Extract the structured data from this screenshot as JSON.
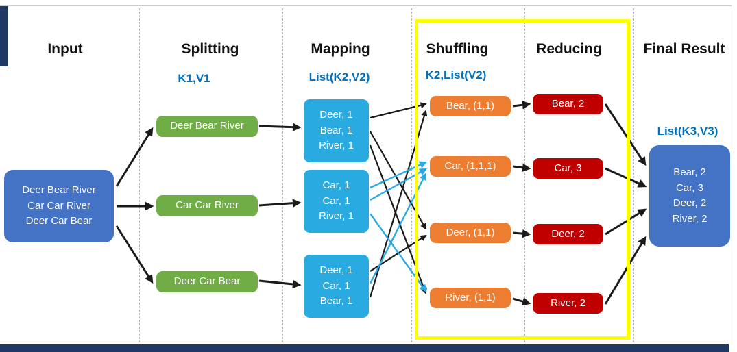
{
  "headers": {
    "input": "Input",
    "splitting": "Splitting",
    "mapping": "Mapping",
    "shuffling": "Shuffling",
    "reducing": "Reducing",
    "final_result": "Final Result"
  },
  "subheaders": {
    "splitting": "K1,V1",
    "mapping": "List(K2,V2)",
    "shuffling": "K2,List(V2)",
    "final_result": "List(K3,V3)"
  },
  "input": {
    "box": "Deer Bear River\nCar Car River\nDeer Car Bear"
  },
  "splitting": {
    "boxes": [
      "Deer Bear River",
      "Car Car River",
      "Deer Car Bear"
    ]
  },
  "mapping": {
    "boxes": [
      "Deer, 1\nBear, 1\nRiver, 1",
      "Car, 1\nCar, 1\nRiver, 1",
      "Deer, 1\nCar, 1\nBear, 1"
    ]
  },
  "shuffling": {
    "boxes": [
      "Bear, (1,1)",
      "Car, (1,1,1)",
      "Deer, (1,1)",
      "River, (1,1)"
    ]
  },
  "reducing": {
    "boxes": [
      "Bear, 2",
      "Car, 3",
      "Deer, 2",
      "River, 2"
    ]
  },
  "final_result": {
    "box": "Bear, 2\nCar, 3\nDeer, 2\nRiver, 2"
  },
  "colors": {
    "input_box": "#4472c4",
    "splitting_box": "#70ad47",
    "mapping_box": "#29abe2",
    "shuffling_box": "#ed7d31",
    "reducing_box": "#c00000",
    "final_box": "#4472c4",
    "subheader_text": "#0070c0",
    "highlight_border": "#ffff00",
    "arrow_black": "#1a1a1a",
    "arrow_blue": "#29abe2"
  }
}
